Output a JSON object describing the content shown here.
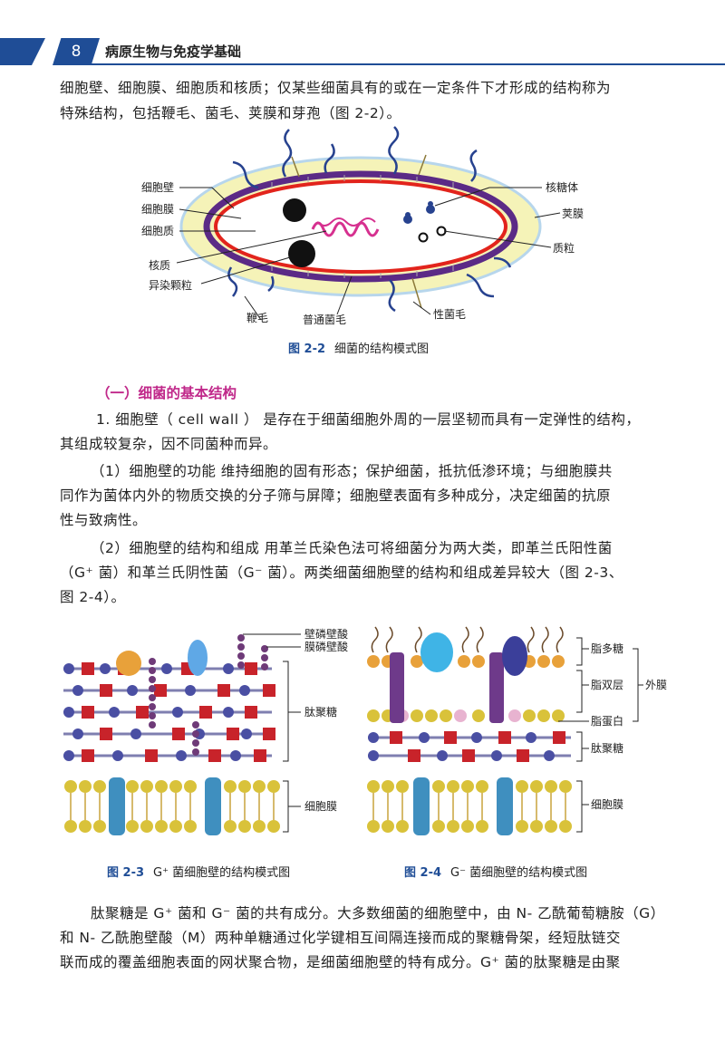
{
  "header": {
    "page_number": "8",
    "book_title": "病原生物与免疫学基础"
  },
  "intro": {
    "line1": "细胞壁、细胞膜、细胞质和核质；仅某些细菌具有的或在一定条件下才形成的结构称为",
    "line2": "特殊结构，包括鞭毛、菌毛、荚膜和芽孢（图 2-2）。"
  },
  "fig22": {
    "labels": {
      "cell_wall": "细胞壁",
      "cell_membrane": "细胞膜",
      "cytoplasm": "细胞质",
      "nucleoid": "核质",
      "metachromatic": "异染颗粒",
      "flagellum": "鞭毛",
      "common_pili": "普通菌毛",
      "sex_pili": "性菌毛",
      "ribosome": "核糖体",
      "capsule": "荚膜",
      "plasmid": "质粒"
    },
    "caption_num": "图 2-2",
    "caption_text": "细菌的结构模式图"
  },
  "section1": "（一）细菌的基本结构",
  "p1": {
    "line1": "1. 细胞壁（ cell wall ）  是存在于细菌细胞外周的一层坚韧而具有一定弹性的结构，",
    "line2": "其组成较复杂，因不同菌种而异。"
  },
  "p2": {
    "line1": "（1）细胞壁的功能   维持细胞的固有形态；保护细菌，抵抗低渗环境；与细胞膜共",
    "line2": "同作为菌体内外的物质交换的分子筛与屏障；细胞壁表面有多种成分，决定细菌的抗原",
    "line3": "性与致病性。"
  },
  "p3": {
    "line1": "（2）细胞壁的结构和组成   用革兰氏染色法可将细菌分为两大类，即革兰氏阳性菌",
    "line2": "（G⁺ 菌）和革兰氏阴性菌（G⁻ 菌）。两类细菌细胞壁的结构和组成差异较大（图 2-3、",
    "line3": "图 2-4）。"
  },
  "fig23": {
    "labels": {
      "teichoic": "壁磷壁酸",
      "lipoteichoic": "膜磷壁酸",
      "peptidoglycan": "肽聚糖",
      "membrane": "细胞膜"
    },
    "caption_num": "图 2-3",
    "caption_text": "G⁺ 菌细胞壁的结构模式图"
  },
  "fig24": {
    "labels": {
      "lps": "脂多糖",
      "bilayer": "脂双层",
      "outer": "外膜",
      "lipoprotein": "脂蛋白",
      "peptidoglycan": "肽聚糖",
      "membrane": "细胞膜"
    },
    "caption_num": "图 2-4",
    "caption_text": "G⁻ 菌细胞壁的结构模式图"
  },
  "p4": {
    "line1": "肽聚糖是 G⁺ 菌和 G⁻ 菌的共有成分。大多数细菌的细胞壁中，由 N- 乙酰葡萄糖胺（G）",
    "line2": "和 N- 乙酰胞壁酸（M）两种单糖通过化学键相互间隔连接而成的聚糖骨架，经短肽链交",
    "line3": "联而成的覆盖细胞表面的网状聚合物，是细菌细胞壁的特有成分。G⁺ 菌的肽聚糖是由聚"
  },
  "colors": {
    "brand": "#1f4d96",
    "section": "#c0288a",
    "capsule": "#f5f3b8",
    "wall": "#5b2a86",
    "membrane": "#e2241c"
  }
}
